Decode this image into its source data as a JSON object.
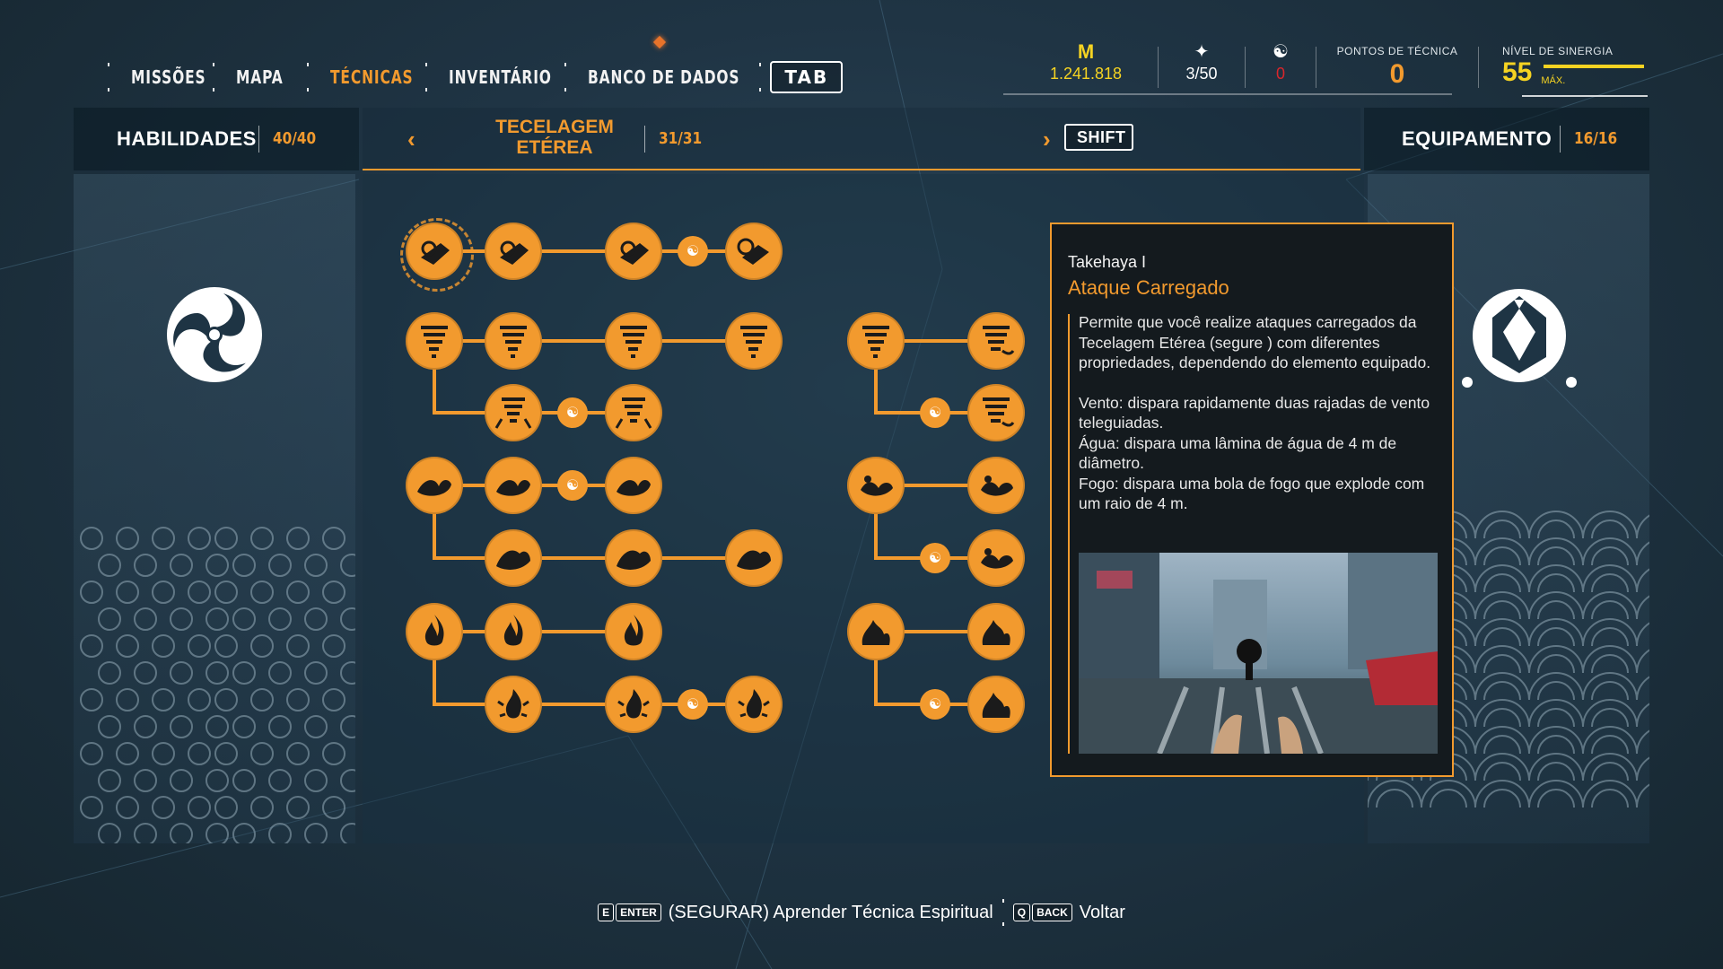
{
  "nav": {
    "items": [
      {
        "label": "MISSÕES",
        "active": false
      },
      {
        "label": "MAPA",
        "active": false
      },
      {
        "label": "TÉCNICAS",
        "active": true
      },
      {
        "label": "INVENTÁRIO",
        "active": false
      },
      {
        "label": "BANCO DE DADOS",
        "active": false
      }
    ],
    "tab_key": "TAB"
  },
  "stats": {
    "currency": {
      "icon": "meika-currency-icon",
      "value": "1.241.818",
      "color": "#f5d322"
    },
    "magatama": {
      "icon": "magatama-icon",
      "value": "3/50"
    },
    "spirit": {
      "icon": "yin-yang-icon",
      "value": "0",
      "color": "#d9262b"
    },
    "skill_points": {
      "label": "PONTOS DE TÉCNICA",
      "value": "0"
    },
    "synergy": {
      "label": "NÍVEL DE SINERGIA",
      "value": "55",
      "suffix": "MÁX.",
      "color": "#f5d322",
      "progress": 1.0
    }
  },
  "header": {
    "left": {
      "title": "HABILIDADES",
      "count": "40/40"
    },
    "mid": {
      "title": "TECELAGEM ETÉREA",
      "count": "31/31",
      "shift_key": "SHIFT"
    },
    "right": {
      "title": "EQUIPAMENTO",
      "count": "16/16"
    }
  },
  "tooltip": {
    "name": "Takehaya I",
    "title": "Ataque Carregado",
    "description": "Permite que você realize ataques carregados da Tecelagem Etérea (segure  ) com diferentes propriedades, dependendo do elemento equipado.",
    "lines": [
      "Vento: dispara rapidamente duas rajadas de vento teleguiadas.",
      "Água: dispara uma lâmina de água de 4 m de diâmetro.",
      "Fogo: dispara uma bola de fogo que explode com um raio de 4 m."
    ]
  },
  "footer": {
    "learn": {
      "key1": "E",
      "key2": "ENTER",
      "label": "(SEGURAR) Aprender Técnica Espiritual"
    },
    "back": {
      "key1": "Q",
      "key2": "BACK",
      "label": "Voltar"
    }
  },
  "colors": {
    "accent": "#f29a2e",
    "panel": "#1f3444"
  }
}
